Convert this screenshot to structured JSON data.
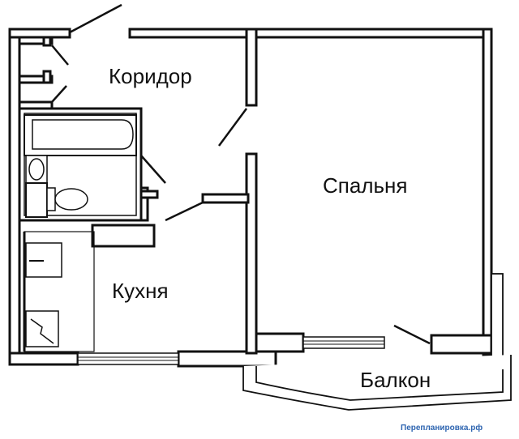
{
  "floor_plan": {
    "rooms": {
      "corridor": "Коридор",
      "bedroom": "Спальня",
      "kitchen": "Кухня",
      "balcony": "Балкон"
    },
    "watermark": "Перепланировка.рф",
    "colors": {
      "wall": "#111111",
      "background": "#ffffff",
      "watermark": "#2d64b0"
    }
  }
}
